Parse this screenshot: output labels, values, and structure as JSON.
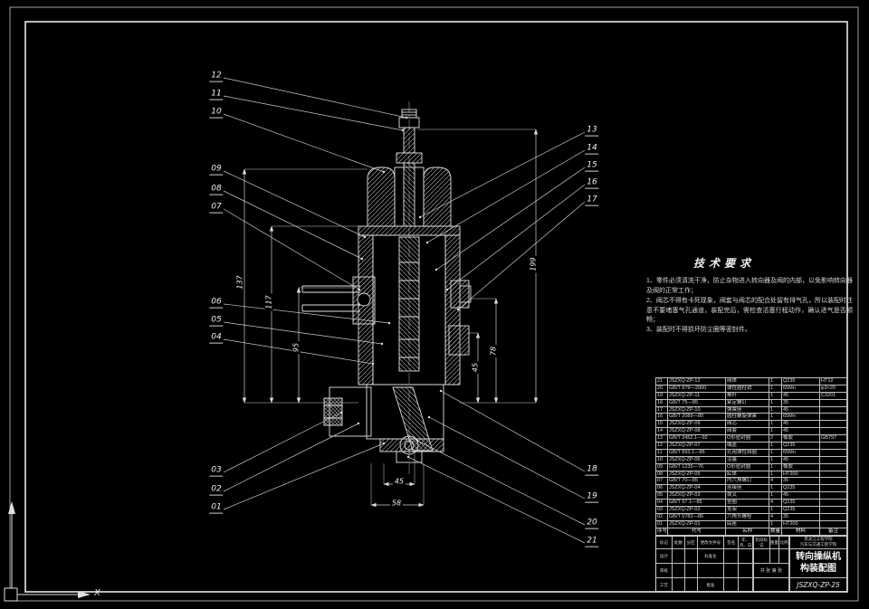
{
  "drawing": {
    "title": "转向操纵机构装配图",
    "number": "JSZXQ-ZP-25",
    "school_line1": "黑龙江工程学院",
    "school_line2": "汽车与交通工程学院"
  },
  "axis": {
    "x_label": "X"
  },
  "tech_requirements": {
    "heading": "技术要求",
    "items": [
      "1、零件必须清洗干净，防止杂物进入转向器及阀的内部，以免影响转向器及阀的正常工作；",
      "2、阀芯不得有卡死现象，阀套与阀芯的配合处留有排气孔，所以装配时注意不要堵塞气孔通道，装配完后，需检查活塞行程动作，确认进气是否顺畅；",
      "3、装配时不得损坏防尘圈等密封件。"
    ]
  },
  "callouts": {
    "left": [
      {
        "label": "12"
      },
      {
        "label": "11"
      },
      {
        "label": "10"
      },
      {
        "label": "09"
      },
      {
        "label": "08"
      },
      {
        "label": "07"
      },
      {
        "label": "06"
      },
      {
        "label": "05"
      },
      {
        "label": "04"
      },
      {
        "label": "03"
      },
      {
        "label": "02"
      },
      {
        "label": "01"
      }
    ],
    "right": [
      {
        "label": "13"
      },
      {
        "label": "14"
      },
      {
        "label": "15"
      },
      {
        "label": "16"
      },
      {
        "label": "17"
      },
      {
        "label": "18"
      },
      {
        "label": "19"
      },
      {
        "label": "20"
      },
      {
        "label": "21"
      }
    ]
  },
  "dims": [
    "137",
    "117",
    "95",
    "199",
    "78",
    "45",
    "45",
    "58"
  ],
  "parts_table": {
    "headers": [
      "序号",
      "代号",
      "名称",
      "数量",
      "材料",
      "备注"
    ],
    "rows": [
      [
        "21",
        "JSZXQ-ZP-12",
        "阀体",
        "1",
        "Q235",
        "HT12"
      ],
      [
        "20",
        "GB/T 879—2000",
        "弹性圆柱销",
        "1",
        "65Mn",
        "φ3×20"
      ],
      [
        "19",
        "JSZXQ-ZP-11",
        "推杆",
        "1",
        "45",
        "C3201"
      ],
      [
        "18",
        "GB/T 75—85",
        "紧定螺钉",
        "1",
        "35",
        ""
      ],
      [
        "17",
        "JSZXQ-ZP-10",
        "弹簧座",
        "1",
        "45",
        ""
      ],
      [
        "16",
        "GB/T 2089—80",
        "圆柱螺旋弹簧",
        "1",
        "65Mn",
        ""
      ],
      [
        "15",
        "JSZXQ-ZP-09",
        "阀芯",
        "1",
        "45",
        ""
      ],
      [
        "14",
        "JSZXQ-ZP-08",
        "阀套",
        "1",
        "45",
        ""
      ],
      [
        "13",
        "GB/T 3452.1—92",
        "O形密封圈",
        "2",
        "橡胶",
        "GB797"
      ],
      [
        "12",
        "JSZXQ-ZP-07",
        "端盖",
        "1",
        "Q235",
        ""
      ],
      [
        "11",
        "GB/T 893.1—86",
        "孔用弹性挡圈",
        "1",
        "65Mn",
        ""
      ],
      [
        "10",
        "JSZXQ-ZP-06",
        "活塞",
        "1",
        "45",
        ""
      ],
      [
        "09",
        "GB/T 1235—76",
        "O形密封圈",
        "1",
        "橡胶",
        ""
      ],
      [
        "08",
        "JSZXQ-ZP-05",
        "缸体",
        "1",
        "HT200",
        ""
      ],
      [
        "07",
        "GB/T 70—85",
        "内六角螺钉",
        "4",
        "35",
        ""
      ],
      [
        "06",
        "JSZXQ-ZP-04",
        "连接座",
        "1",
        "Q235",
        ""
      ],
      [
        "05",
        "JSZXQ-ZP-03",
        "拨叉",
        "1",
        "45",
        ""
      ],
      [
        "04",
        "GB/T 97.1—85",
        "垫圈",
        "4",
        "Q235",
        ""
      ],
      [
        "03",
        "JSZXQ-ZP-02",
        "支架",
        "1",
        "Q235",
        ""
      ],
      [
        "02",
        "GB/T 5782—86",
        "六角头螺栓",
        "4",
        "35",
        ""
      ],
      [
        "01",
        "JSZXQ-ZP-01",
        "底座",
        "1",
        "HT200",
        ""
      ]
    ]
  },
  "title_block": {
    "left_rows": [
      [
        "标记",
        "处数",
        "分区",
        "更改文件号",
        "签名",
        "年、月、日"
      ],
      [
        "设计",
        "",
        "",
        "标准化",
        "",
        ""
      ],
      [
        "审核",
        "",
        "",
        "",
        "",
        ""
      ],
      [
        "工艺",
        "",
        "",
        "批准",
        "",
        ""
      ]
    ],
    "stage_label": "阶段标记",
    "weight_label": "重量",
    "scale_label": "比例",
    "sheet_label": "共 张 第 张"
  }
}
